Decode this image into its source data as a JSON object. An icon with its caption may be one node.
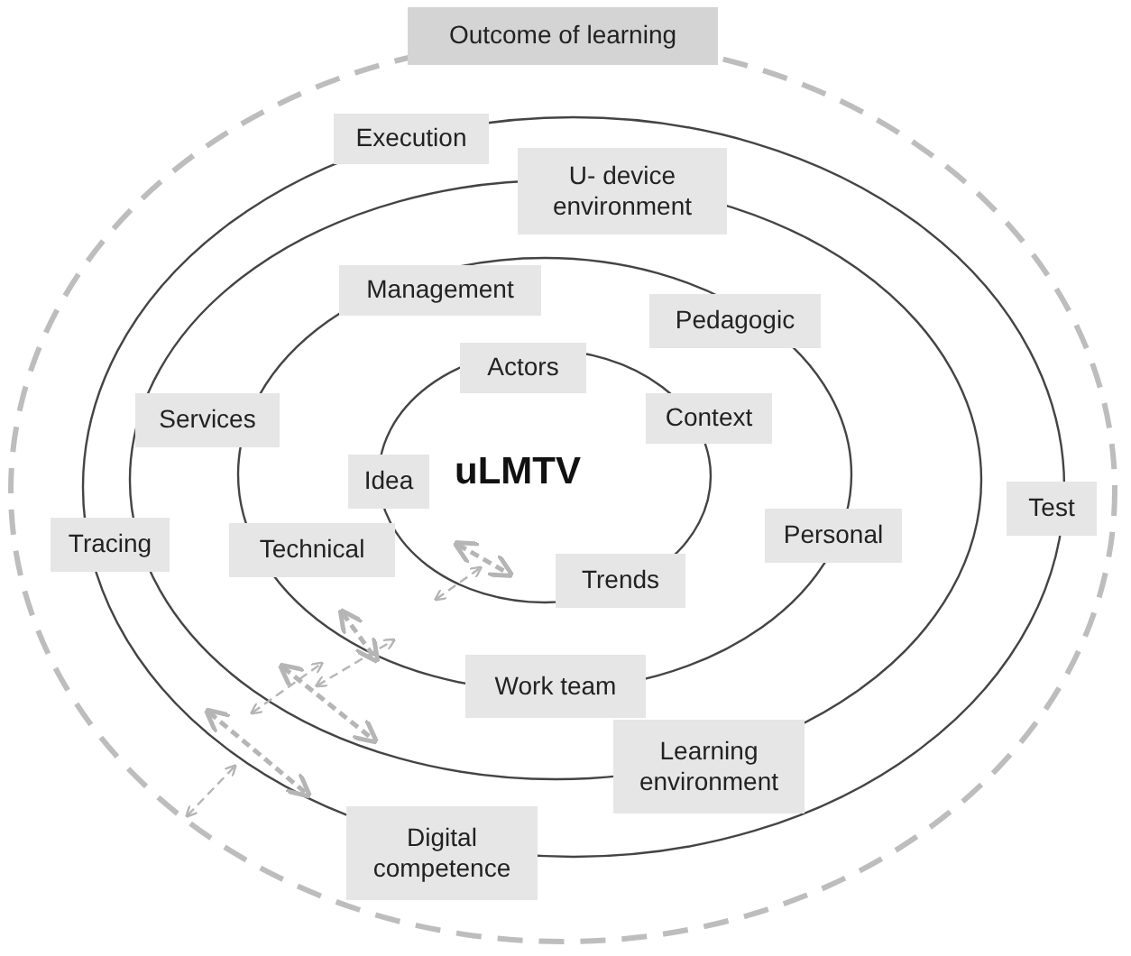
{
  "diagram": {
    "nodes": [
      {
        "text": [
          "Outcome of learning"
        ]
      },
      {
        "text": [
          "Execution"
        ]
      },
      {
        "text": [
          "U- device environment"
        ]
      },
      {
        "text": [
          "Management"
        ]
      },
      {
        "text": [
          "Pedagogic"
        ]
      },
      {
        "text": [
          "Actors"
        ]
      },
      {
        "text": [
          "Context"
        ]
      },
      {
        "text": [
          "Services"
        ]
      },
      {
        "text": [
          "Idea"
        ]
      },
      {
        "text": [
          "Test"
        ]
      },
      {
        "text": [
          "Tracing"
        ]
      },
      {
        "text": [
          "Personal"
        ]
      },
      {
        "text": [
          "Technical"
        ]
      },
      {
        "text": [
          "Trends"
        ]
      },
      {
        "text": [
          "Work team"
        ]
      },
      {
        "text": [
          "Learning environment"
        ]
      },
      {
        "text": [
          "Digital competence"
        ]
      }
    ],
    "labels": [
      "uLMTV"
    ]
  }
}
